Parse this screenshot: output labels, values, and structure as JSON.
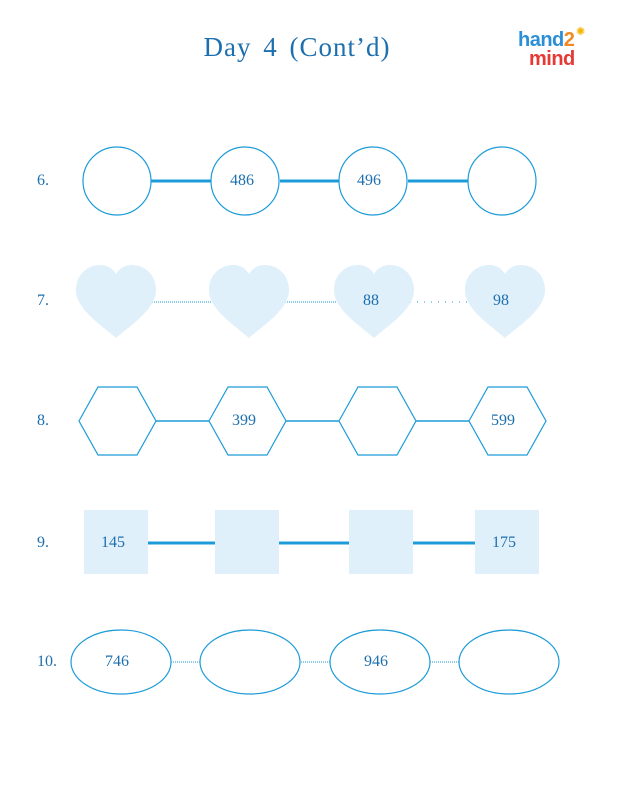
{
  "title": "Day   4 (Cont’d)",
  "logo": {
    "part1": "hand",
    "part2": "2",
    "part3": "mind"
  },
  "colors": {
    "accent": "#1d9bd8",
    "fill": "#dff0fb",
    "text": "#1d6fae"
  },
  "rows": [
    {
      "number": "6.",
      "shape": "circle",
      "connector": "solid",
      "values": [
        "",
        "486",
        "496",
        ""
      ]
    },
    {
      "number": "7.",
      "shape": "heart",
      "connector": "dotted",
      "values": [
        "",
        "",
        "88",
        "98"
      ]
    },
    {
      "number": "8.",
      "shape": "hexagon",
      "connector": "solid",
      "values": [
        "",
        "399",
        "",
        "599"
      ]
    },
    {
      "number": "9.",
      "shape": "square",
      "connector": "solid",
      "values": [
        "145",
        "",
        "",
        "175"
      ]
    },
    {
      "number": "10.",
      "shape": "ellipse",
      "connector": "dotted",
      "values": [
        "746",
        "",
        "946",
        ""
      ]
    }
  ]
}
